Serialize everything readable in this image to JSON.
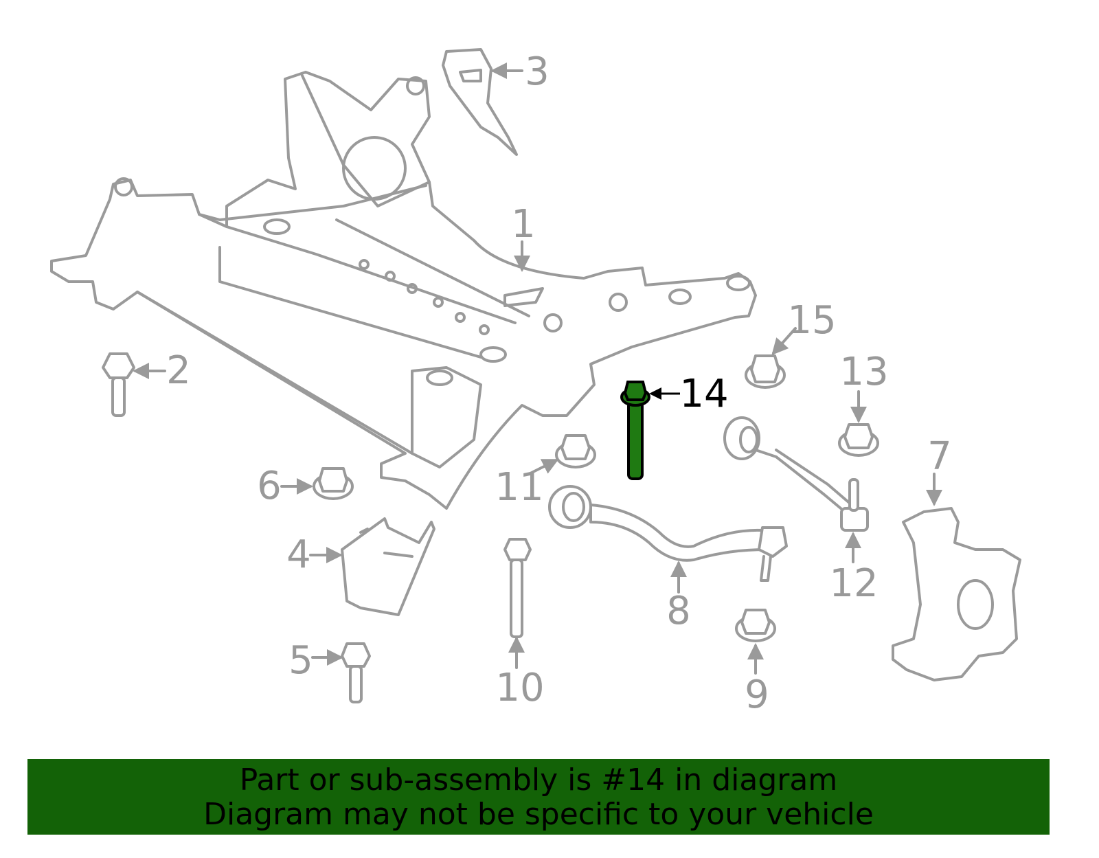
{
  "diagram": {
    "labels": {
      "l1": "1",
      "l2": "2",
      "l3": "3",
      "l4": "4",
      "l5": "5",
      "l6": "6",
      "l7": "7",
      "l8": "8",
      "l9": "9",
      "l10": "10",
      "l11": "11",
      "l12": "12",
      "l13": "13",
      "l14": "14",
      "l15": "15"
    },
    "highlight_part": "14",
    "highlight_color": "#1f7a12"
  },
  "banner": {
    "line1": "Part or sub-assembly is #14 in diagram",
    "line2": "Diagram may not be specific to your vehicle",
    "color": "#136207"
  }
}
